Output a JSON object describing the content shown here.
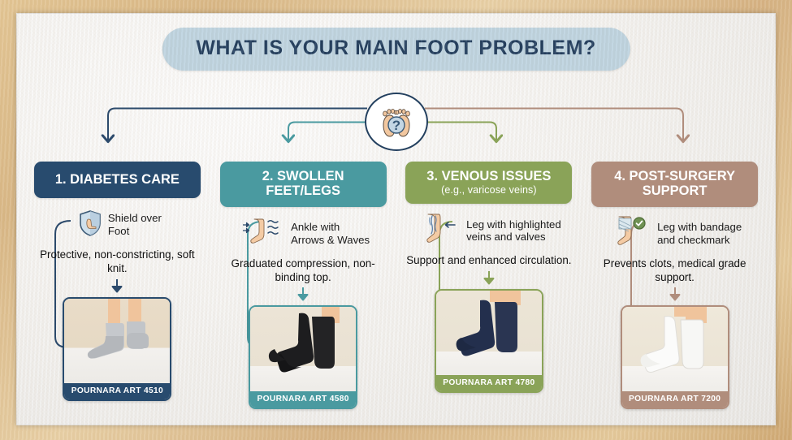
{
  "poster": {
    "title": "WHAT IS YOUR MAIN FOOT PROBLEM?",
    "hub_icon": "feet-question-icon"
  },
  "colors": {
    "title_pill_bg": "#bdd3e0",
    "title_text": "#1f3b5c",
    "col1": "#284b6e",
    "col2": "#4a9aa0",
    "col3": "#8aa358",
    "col4": "#b08d7c",
    "poster_bg": "#f4f3f1",
    "frame_wood": "#dfbf8f"
  },
  "columns": [
    {
      "number": "1.",
      "title": "1. DIABETES CARE",
      "subtitle": "",
      "accent": "#284b6e",
      "icon_name": "shield-over-foot-icon",
      "icon_caption": "Shield over\nFoot",
      "icon_caption_line1": "Shield over",
      "icon_caption_line2": "Foot",
      "description": "Protective, non-constricting, soft knit.",
      "product": {
        "caption": "POURNARA ART 4510",
        "sock_color": "#b9bcc0",
        "sock_name": "grey-ankle-socks",
        "style": "ankle"
      }
    },
    {
      "number": "2.",
      "title": "2. SWOLLEN FEET/LEGS",
      "title_line1": "2. SWOLLEN",
      "title_line2": "FEET/LEGS",
      "subtitle": "",
      "accent": "#4a9aa0",
      "icon_name": "ankle-arrows-waves-icon",
      "icon_caption_line1": "Ankle with",
      "icon_caption_line2": "Arrows & Waves",
      "description": "Graduated compression, non-binding top.",
      "product": {
        "caption": "POURNARA ART 4580",
        "sock_color": "#1d1d1f",
        "sock_name": "black-knee-high-socks",
        "style": "knee"
      }
    },
    {
      "number": "3.",
      "title": "3. VENOUS ISSUES",
      "subtitle": "(e.g., varicose veins)",
      "accent": "#8aa358",
      "icon_name": "leg-veins-valves-icon",
      "icon_caption_line1": "Leg with highlighted",
      "icon_caption_line2": "veins and valves",
      "description": "Support and enhanced circulation.",
      "product": {
        "caption": "POURNARA ART 4780",
        "sock_color": "#232f4d",
        "sock_name": "navy-knee-high-socks",
        "style": "knee"
      }
    },
    {
      "number": "4.",
      "title": "4. POST-SURGERY SUPPORT",
      "title_line1": "4. POST-SURGERY",
      "title_line2": "SUPPORT",
      "subtitle": "",
      "accent": "#b08d7c",
      "icon_name": "leg-bandage-checkmark-icon",
      "icon_caption_line1": "Leg with bandage",
      "icon_caption_line2": "and checkmark",
      "description": "Prevents clots, medical grade support.",
      "product": {
        "caption": "POURNARA ART 7200",
        "sock_color": "#f4f4f2",
        "sock_name": "white-knee-high-socks",
        "style": "knee"
      }
    }
  ]
}
